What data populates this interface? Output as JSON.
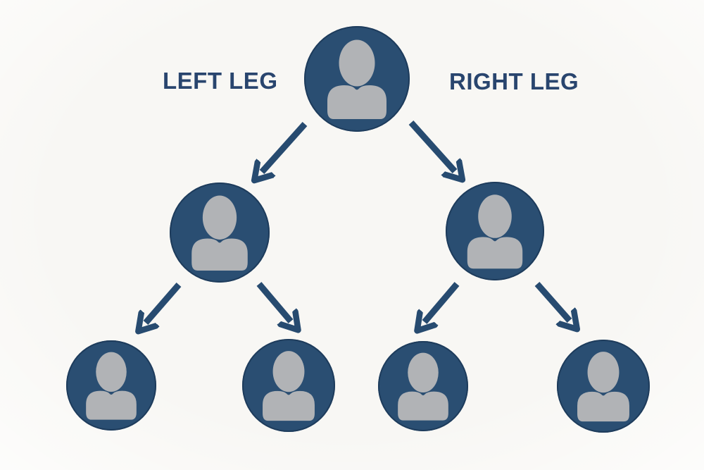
{
  "labels": {
    "left_leg": "LEFT LEG",
    "right_leg": "RIGHT LEG"
  },
  "colors": {
    "node_fill": "#2a4e72",
    "node_edge": "#1e3c5c",
    "icon_fill": "#b1b3b6",
    "arrow": "#274b70",
    "label_text": "#29456e",
    "background": "#f8f7f4"
  },
  "diagram": {
    "type": "binary-tree",
    "levels": 3,
    "nodes": [
      {
        "id": "root",
        "level": 0,
        "leg": "root",
        "icon": "person-icon"
      },
      {
        "id": "left-child",
        "level": 1,
        "leg": "left",
        "icon": "person-icon"
      },
      {
        "id": "right-child",
        "level": 1,
        "leg": "right",
        "icon": "person-icon"
      },
      {
        "id": "left-grandchild-1",
        "level": 2,
        "leg": "left",
        "icon": "person-icon"
      },
      {
        "id": "left-grandchild-2",
        "level": 2,
        "leg": "left",
        "icon": "person-icon"
      },
      {
        "id": "right-grandchild-1",
        "level": 2,
        "leg": "right",
        "icon": "person-icon"
      },
      {
        "id": "right-grandchild-2",
        "level": 2,
        "leg": "right",
        "icon": "person-icon"
      }
    ],
    "edges": [
      {
        "from": "root",
        "to": "left-child"
      },
      {
        "from": "root",
        "to": "right-child"
      },
      {
        "from": "left-child",
        "to": "left-grandchild-1"
      },
      {
        "from": "left-child",
        "to": "left-grandchild-2"
      },
      {
        "from": "right-child",
        "to": "right-grandchild-1"
      },
      {
        "from": "right-child",
        "to": "right-grandchild-2"
      }
    ]
  }
}
